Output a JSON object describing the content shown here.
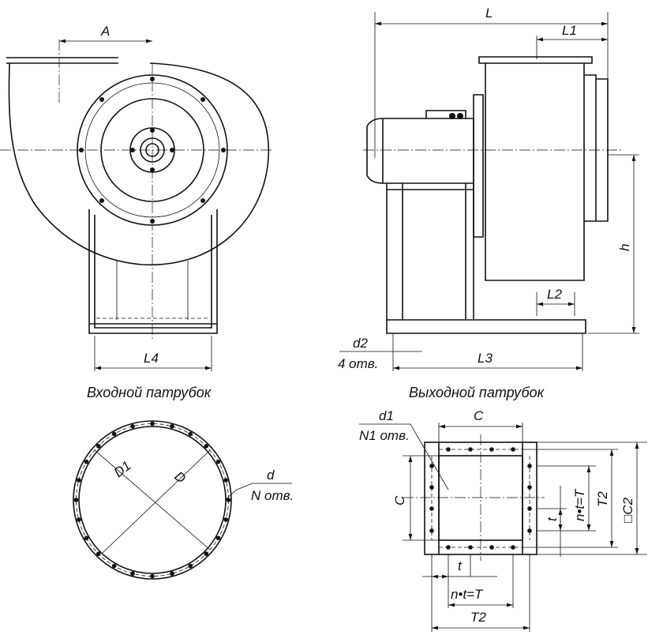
{
  "captions": {
    "inlet": "Входной патрубок",
    "outlet": "Выходной патрубок"
  },
  "front_view": {
    "A": "A",
    "L4": "L4"
  },
  "side_view": {
    "L": "L",
    "L1": "L1",
    "h": "h",
    "L2": "L2",
    "L3": "L3",
    "d2": "d2",
    "d2_count": "4 отв."
  },
  "inlet_flange": {
    "D1": "D1",
    "D": "D",
    "d": "d",
    "holes": "N отв."
  },
  "outlet_flange": {
    "d1": "d1",
    "holes": "N1 отв.",
    "C_top": "C",
    "C_left": "C",
    "t_right": "t",
    "nt_right": "n•t=T",
    "T2_right": "T2",
    "C2": "□C2",
    "t_bottom": "t",
    "nt_bottom": "n•t=T",
    "T2_bottom": "T2"
  }
}
